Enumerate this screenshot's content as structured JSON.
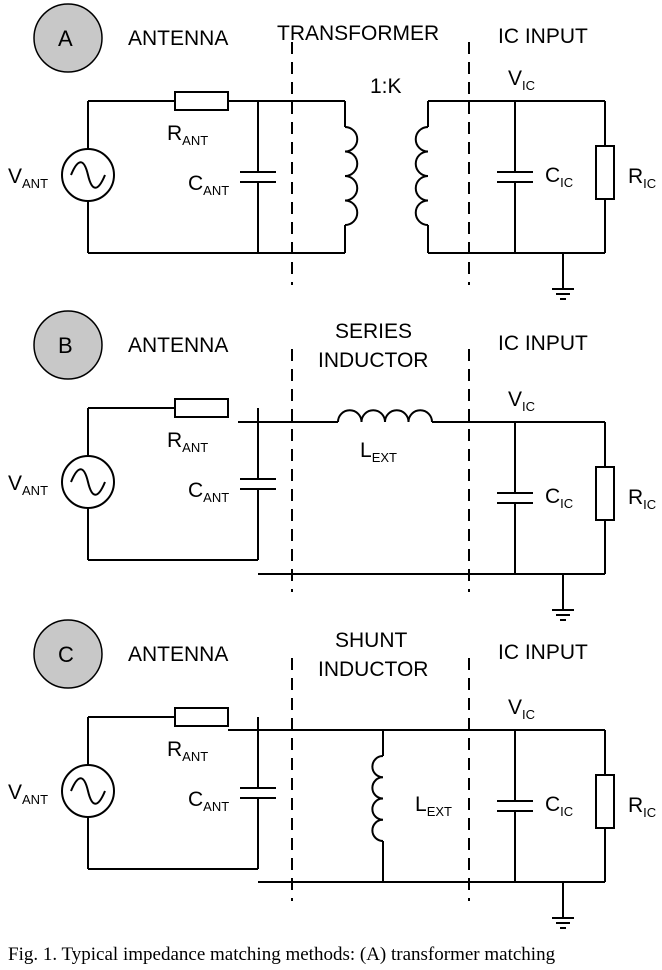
{
  "panels": [
    {
      "badge": "A",
      "sections": [
        "ANTENNA",
        "TRANSFORMER",
        "",
        "IC INPUT"
      ],
      "middle": "transformer",
      "ratio": "1:K",
      "v_ant": {
        "main": "V",
        "sub": "ANT"
      },
      "r_ant": {
        "main": "R",
        "sub": "ANT"
      },
      "c_ant": {
        "main": "C",
        "sub": "ANT"
      },
      "v_ic": {
        "main": "V",
        "sub": "IC"
      },
      "c_ic": {
        "main": "C",
        "sub": "IC"
      },
      "r_ic": {
        "main": "R",
        "sub": "IC"
      },
      "l_ext": {
        "main": "",
        "sub": ""
      }
    },
    {
      "badge": "B",
      "sections": [
        "ANTENNA",
        "SERIES",
        "INDUCTOR",
        "IC INPUT"
      ],
      "middle": "series",
      "ratio": "",
      "v_ant": {
        "main": "V",
        "sub": "ANT"
      },
      "r_ant": {
        "main": "R",
        "sub": "ANT"
      },
      "c_ant": {
        "main": "C",
        "sub": "ANT"
      },
      "v_ic": {
        "main": "V",
        "sub": "IC"
      },
      "c_ic": {
        "main": "C",
        "sub": "IC"
      },
      "r_ic": {
        "main": "R",
        "sub": "IC"
      },
      "l_ext": {
        "main": "L",
        "sub": "EXT"
      }
    },
    {
      "badge": "C",
      "sections": [
        "ANTENNA",
        "SHUNT",
        "INDUCTOR",
        "IC INPUT"
      ],
      "middle": "shunt",
      "ratio": "",
      "v_ant": {
        "main": "V",
        "sub": "ANT"
      },
      "r_ant": {
        "main": "R",
        "sub": "ANT"
      },
      "c_ant": {
        "main": "C",
        "sub": "ANT"
      },
      "v_ic": {
        "main": "V",
        "sub": "IC"
      },
      "c_ic": {
        "main": "C",
        "sub": "IC"
      },
      "r_ic": {
        "main": "R",
        "sub": "IC"
      },
      "l_ext": {
        "main": "L",
        "sub": "EXT"
      }
    }
  ],
  "caption": "Fig. 1.  Typical impedance matching methods: (A) transformer matching"
}
